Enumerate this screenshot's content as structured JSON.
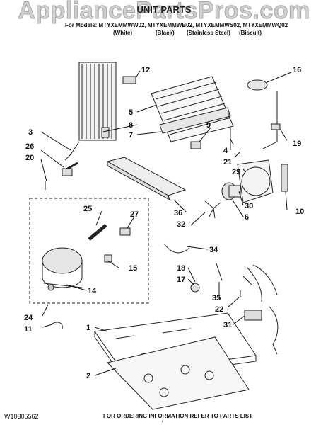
{
  "watermark": "AppliancePartsPros.com",
  "title": "UNIT PARTS",
  "models_line": "For Models: MTYXEMMWW02, MTYXEMMWB02, MTYXEMMWS02, MTYXEMMWQ02",
  "colors": [
    "(White)",
    "(Black)",
    "(Stainless Steel)",
    "(Biscuit)"
  ],
  "doc_number": "W10305562",
  "ordering_note": "FOR ORDERING INFORMATION REFER TO PARTS LIST",
  "page_number": "7",
  "callouts": [
    "1",
    "2",
    "3",
    "4",
    "5",
    "6",
    "7",
    "8",
    "9",
    "10",
    "11",
    "12",
    "14",
    "15",
    "16",
    "17",
    "18",
    "19",
    "20",
    "21",
    "22",
    "24",
    "25",
    "26",
    "27",
    "29",
    "30",
    "31",
    "32",
    "34",
    "35",
    "36"
  ]
}
